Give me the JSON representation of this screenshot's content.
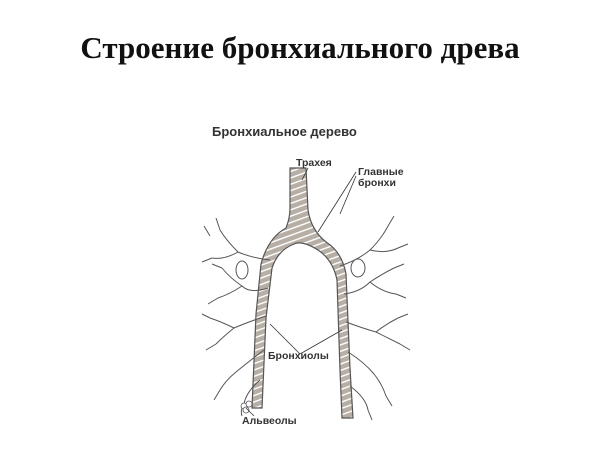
{
  "slide": {
    "title": "Строение бронхиального древа"
  },
  "figure": {
    "title": "Бронхиальное дерево",
    "labels": {
      "trachea": "Трахея",
      "main_bronchi_line1": "Главные",
      "main_bronchi_line2": "бронхи",
      "bronchioles": "Бронхиолы",
      "alveoli": "Альвеолы"
    },
    "colors": {
      "airway_fill": "#b7afa6",
      "airway_outline": "#555555",
      "ring_stripes": "#ffffff",
      "text": "#333333"
    }
  }
}
